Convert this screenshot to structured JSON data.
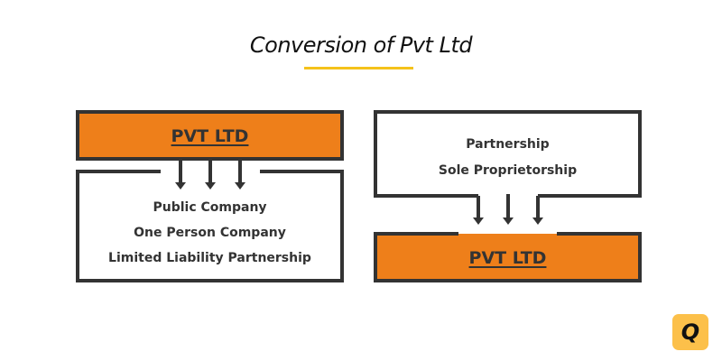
{
  "title": "Conversion of Pvt Ltd",
  "colors": {
    "accent_orange": "#ee7f1a",
    "border_dark": "#333333",
    "title_underline": "#f5c21b",
    "logo_bg": "#fcc04a"
  },
  "left_panel": {
    "source": "PVT LTD",
    "targets": [
      "Public Company",
      "One Person Company",
      "Limited Liability Partnership"
    ]
  },
  "right_panel": {
    "sources": [
      "Partnership",
      "Sole Proprietorship"
    ],
    "target": "PVT LTD"
  },
  "logo": {
    "letter": "Q",
    "icon": "brand-logo-icon"
  }
}
